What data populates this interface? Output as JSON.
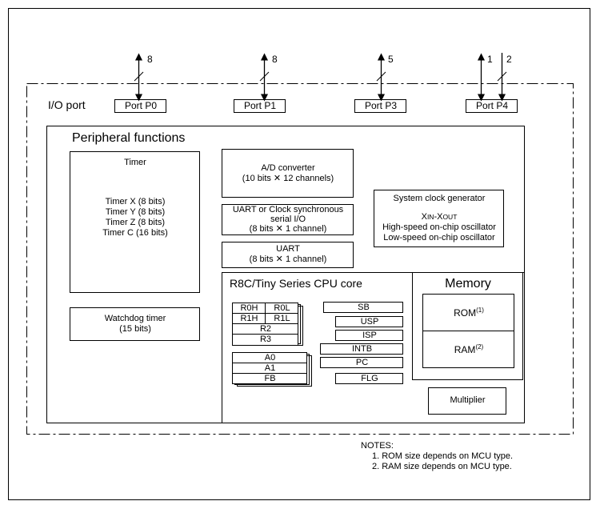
{
  "io_port": {
    "title": "I/O port",
    "ports": [
      {
        "label": "Port P0",
        "width": "8"
      },
      {
        "label": "Port P1",
        "width": "8"
      },
      {
        "label": "Port P3",
        "width": "5"
      },
      {
        "label": "Port P4",
        "width_a": "1",
        "width_b": "2"
      }
    ]
  },
  "peripheral": {
    "title": "Peripheral functions",
    "timer": {
      "title": "Timer",
      "items": [
        "Timer X (8 bits)",
        "Timer Y (8 bits)",
        "Timer Z (8 bits)",
        "Timer C (16 bits)"
      ]
    },
    "watchdog": {
      "line1": "Watchdog timer",
      "line2": "(15 bits)"
    },
    "adc": {
      "line1": "A/D converter",
      "line2": "(10 bits ✕ 12 channels)"
    },
    "uart_clock": {
      "line1": "UART or Clock synchronous",
      "line2": "serial I/O",
      "line3": "(8 bits ✕ 1 channel)"
    },
    "uart": {
      "line1": "UART",
      "line2": "(8 bits ✕ 1 channel)"
    },
    "clock_gen": {
      "title": "System clock generator",
      "xin_x": "X",
      "xin_in": "IN",
      "xin_sep": "-X",
      "xin_out": "OUT",
      "line2": "High-speed on-chip oscillator",
      "line3": "Low-speed on-chip oscillator"
    }
  },
  "cpu": {
    "title": "R8C/Tiny Series CPU core",
    "registers": {
      "r0h": "R0H",
      "r0l": "R0L",
      "r1h": "R1H",
      "r1l": "R1L",
      "r2": "R2",
      "r3": "R3",
      "a0": "A0",
      "a1": "A1",
      "fb": "FB",
      "sb": "SB",
      "usp": "USP",
      "isp": "ISP",
      "intb": "INTB",
      "pc": "PC",
      "flg": "FLG"
    }
  },
  "memory": {
    "title": "Memory",
    "rom": "ROM",
    "rom_note": "(1)",
    "ram": "RAM",
    "ram_note": "(2)"
  },
  "multiplier": "Multiplier",
  "notes": {
    "title": "NOTES:",
    "items": [
      "1. ROM size depends on MCU type.",
      "2. RAM size depends on MCU type."
    ]
  }
}
